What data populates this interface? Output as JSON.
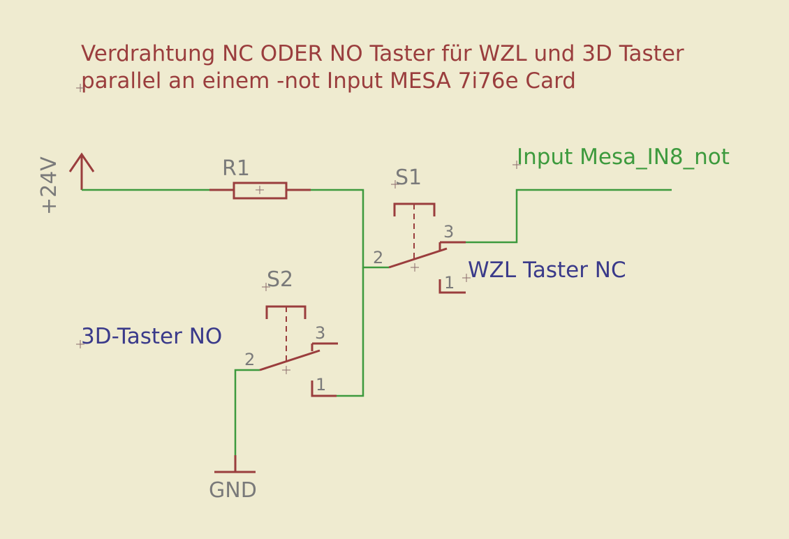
{
  "title": {
    "line1": "Verdrahtung NC ODER NO Taster für WZL und 3D Taster",
    "line2": "parallel an einem -not Input MESA 7i76e Card"
  },
  "supply": {
    "label": "+24V"
  },
  "ground": {
    "label": "GND"
  },
  "resistor": {
    "name": "R1"
  },
  "switch_s1": {
    "name": "S1",
    "pin2": "2",
    "pin3": "3",
    "pin1": "1",
    "note": "WZL Taster NC"
  },
  "switch_s2": {
    "name": "S2",
    "pin2": "2",
    "pin3": "3",
    "pin1": "1",
    "note": "3D-Taster NO"
  },
  "net_label": "Input Mesa_IN8_not",
  "colors": {
    "background": "#efebd0",
    "wire": "#3d9a3d",
    "symbol": "#9a3d3d",
    "annotation": "#3a3a8a",
    "designator": "#7a7a7a"
  }
}
